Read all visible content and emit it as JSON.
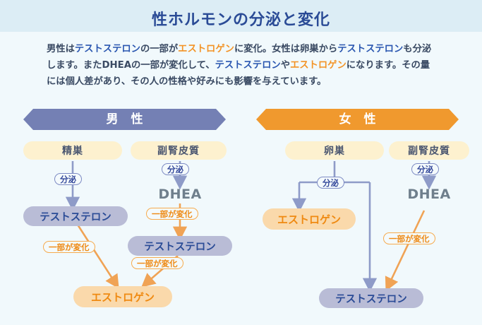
{
  "header": {
    "title": "性ホルモンの分泌と変化",
    "band_color": "#dcedf5",
    "title_color": "#2a4b96"
  },
  "lead": {
    "segments": [
      {
        "text": "男性は",
        "style": "normal"
      },
      {
        "text": "テストステロン",
        "style": "blue"
      },
      {
        "text": "の一部が",
        "style": "normal"
      },
      {
        "text": "エストロゲン",
        "style": "orange"
      },
      {
        "text": "に変化。女性は卵巣から",
        "style": "normal"
      },
      {
        "text": "テストステロン",
        "style": "blue"
      },
      {
        "text": "も分泌します。またDHEAの一部が変化して、",
        "style": "normal"
      },
      {
        "text": "テストステロン",
        "style": "blue"
      },
      {
        "text": "や",
        "style": "normal"
      },
      {
        "text": "エストロゲン",
        "style": "orange"
      },
      {
        "text": "になります。その量には個人差があり、その人の性格や好みにも影響を与えています。",
        "style": "normal"
      }
    ],
    "full_text": "男性はテストステロンの一部がエストロゲンに変化。女性は卵巣からテストステロンも分泌します。またDHEAの一部が変化して、テストステロンやエストロゲンになります。その量には個人差があり、その人の性格や好みにも影響を与えています。"
  },
  "colors": {
    "page_background": "#f1f9fc",
    "male_banner": "#7480b4",
    "female_banner": "#f0992e",
    "organ_pill": "#fdf1cf",
    "testosterone_pill": "#b9bcd6",
    "testosterone_text": "#2a4b96",
    "estrogen_pill": "#fad9ab",
    "estrogen_text": "#ef8a12",
    "dhea_text": "#6f7f8c",
    "arrow_blue": "#8e9bc8",
    "arrow_orange": "#f0a355",
    "label_blue": "#33489b",
    "label_orange": "#ee8a14"
  },
  "male": {
    "banner_label": "男 性",
    "nodes": [
      {
        "id": "m-testis",
        "label": "精巣",
        "kind": "organ"
      },
      {
        "id": "m-adrenal",
        "label": "副腎皮質",
        "kind": "organ"
      },
      {
        "id": "m-testo-1",
        "label": "テストステロン",
        "kind": "testosterone"
      },
      {
        "id": "m-dhea",
        "label": "DHEA",
        "kind": "plain"
      },
      {
        "id": "m-testo-2",
        "label": "テストステロン",
        "kind": "testosterone"
      },
      {
        "id": "m-estro",
        "label": "エストロゲン",
        "kind": "estrogen"
      }
    ],
    "edges": [
      {
        "from": "m-testis",
        "to": "m-testo-1",
        "label": "分泌",
        "color": "blue"
      },
      {
        "from": "m-adrenal",
        "to": "m-dhea",
        "label": "分泌",
        "color": "blue"
      },
      {
        "from": "m-dhea",
        "to": "m-testo-2",
        "label": "一部が変化",
        "color": "orange"
      },
      {
        "from": "m-testo-1",
        "to": "m-estro",
        "label": "一部が変化",
        "color": "orange"
      },
      {
        "from": "m-testo-2",
        "to": "m-estro",
        "label": "一部が変化",
        "color": "orange"
      }
    ]
  },
  "female": {
    "banner_label": "女 性",
    "nodes": [
      {
        "id": "f-ovary",
        "label": "卵巣",
        "kind": "organ"
      },
      {
        "id": "f-adrenal",
        "label": "副腎皮質",
        "kind": "organ"
      },
      {
        "id": "f-estro",
        "label": "エストロゲン",
        "kind": "estrogen"
      },
      {
        "id": "f-dhea",
        "label": "DHEA",
        "kind": "plain"
      },
      {
        "id": "f-testo",
        "label": "テストステロン",
        "kind": "testosterone"
      }
    ],
    "edges": [
      {
        "from": "f-ovary",
        "to": "f-estro",
        "label": "分泌",
        "color": "blue"
      },
      {
        "from": "f-ovary",
        "to": "f-testo",
        "label": "分泌",
        "color": "blue"
      },
      {
        "from": "f-adrenal",
        "to": "f-dhea",
        "label": "分泌",
        "color": "blue"
      },
      {
        "from": "f-dhea",
        "to": "f-testo",
        "label": "一部が変化",
        "color": "orange"
      }
    ]
  }
}
